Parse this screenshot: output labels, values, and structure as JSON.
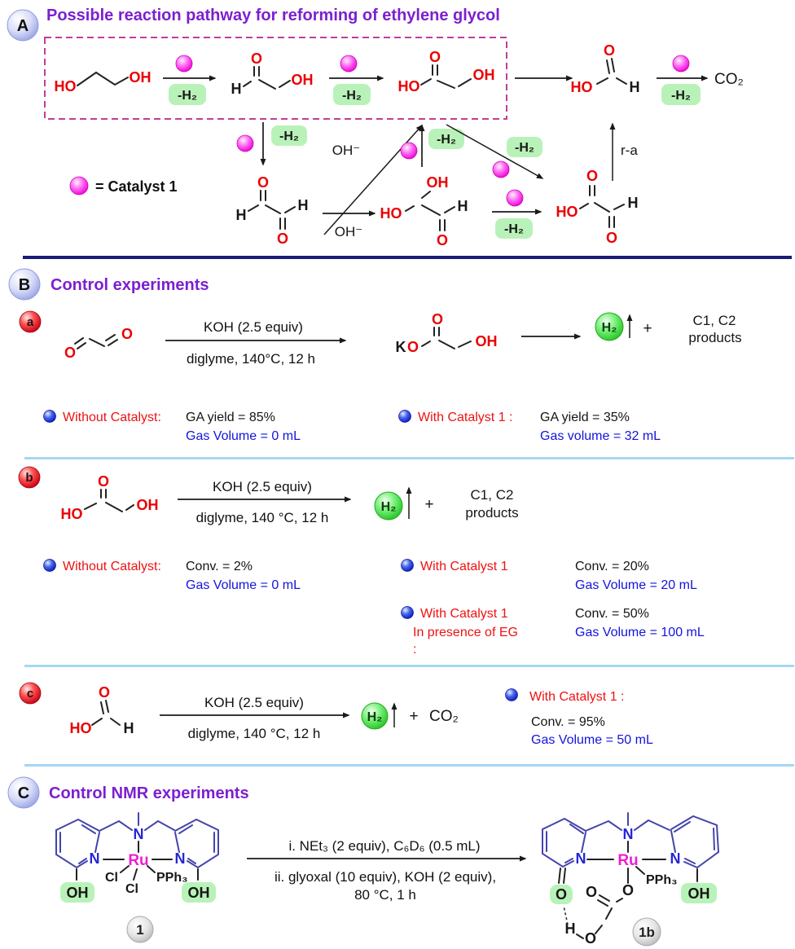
{
  "titles": {
    "a": "Possible reaction pathway for reforming of ethylene glycol",
    "b": "Control experiments",
    "c": "Control NMR experiments"
  },
  "badges": {
    "sec_a": "A",
    "sec_b": "B",
    "sec_c": "C",
    "row_a": "a",
    "row_b": "b",
    "row_c": "c",
    "complex1": "1",
    "complex1b": "1b"
  },
  "legend_catalyst": "= Catalyst 1",
  "arrow_labels": {
    "minus_h2": "-H₂",
    "oh_minus": "OH⁻",
    "retro": "r-a",
    "plus": "+"
  },
  "species": {
    "co2": "CO₂",
    "h2": "H₂",
    "c1c2": "C1, C2",
    "products": "products"
  },
  "atoms": {
    "ho": "HO",
    "oh": "OH",
    "o": "O",
    "h": "H",
    "k": "K",
    "n": "N",
    "ru": "Ru",
    "cl": "Cl",
    "pph3": "PPh₃"
  },
  "conditions": {
    "koh": "KOH (2.5 equiv)",
    "diglyme_a": "diglyme, 140°C, 12 h",
    "diglyme_spaced": "diglyme, 140 °C, 12 h",
    "nmr_i": "i. NEt₃ (2 equiv), C₆D₆ (0.5 mL)",
    "nmr_ii": "ii. glyoxal (10 equiv), KOH (2 equiv),",
    "nmr_iii": "80 °C, 1 h"
  },
  "results": {
    "a_left_label": "Without Catalyst:",
    "a_left_v1": "GA yield = 85%",
    "a_left_v2": "Gas Volume = 0 mL",
    "a_right_label": "With Catalyst 1 :",
    "a_right_v1": "GA yield = 35%",
    "a_right_v2": "Gas volume = 32 mL",
    "b_left_label": "Without Catalyst:",
    "b_left_v1": "Conv. = 2%",
    "b_left_v2": "Gas Volume = 0 mL",
    "b_r1_label": "With Catalyst 1",
    "b_r1_v1": "Conv. = 20%",
    "b_r1_v2": "Gas Volume = 20 mL",
    "b_r2_label": "With Catalyst 1",
    "b_r2_label2": "In presence of EG",
    "b_r2_colon": ":",
    "b_r2_v1": "Conv. = 50%",
    "b_r2_v2": "Gas Volume = 100 mL",
    "c_label": "With Catalyst 1 :",
    "c_v1": "Conv. = 95%",
    "c_v2": "Gas Volume = 50 mL"
  },
  "colors": {
    "header_purple": "#7d1fd0",
    "result_red": "#ee1212",
    "result_blue": "#1414dd",
    "atom_red": "#ea0000",
    "atom_blue": "#2525d8",
    "ru_magenta": "#ee1cd2",
    "catalyst_magenta": "#f318de",
    "h2_green": "#35d435",
    "highlight_green": "#b9f2b9",
    "divider_navy": "#1a1a78",
    "divider_lightblue": "#a4d7f2",
    "dashed_box_pink": "#c23d96"
  }
}
